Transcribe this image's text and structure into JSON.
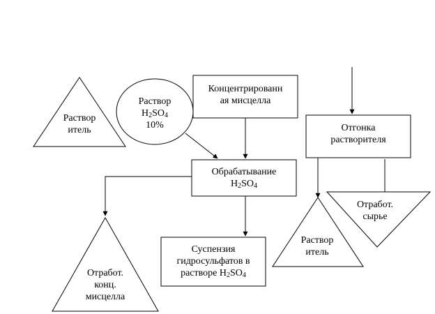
{
  "nodes": {
    "solvent_left": {
      "lines": [
        "Раствор",
        "итель"
      ]
    },
    "acid_solution": {
      "lines": [
        "Раствор",
        "H|2|SO|4",
        "10%"
      ]
    },
    "conc_miscella": {
      "lines": [
        "Концентрированн",
        "ая мисцелла"
      ]
    },
    "treatment": {
      "lines": [
        "Обрабатывание",
        "H|2|SO|4"
      ]
    },
    "spent_miscella": {
      "lines": [
        "Отработ.",
        "конц.",
        "мисцелла"
      ]
    },
    "suspension": {
      "lines": [
        "Суспензия",
        "гидросульфатов в",
        "растворе H|2|SO|4"
      ]
    },
    "distillation": {
      "lines": [
        "Отгонка",
        "растворителя"
      ]
    },
    "solvent_right": {
      "lines": [
        "Раствор",
        "итель"
      ]
    },
    "spent_raw": {
      "lines": [
        "Отработ.",
        "сырье"
      ]
    }
  }
}
